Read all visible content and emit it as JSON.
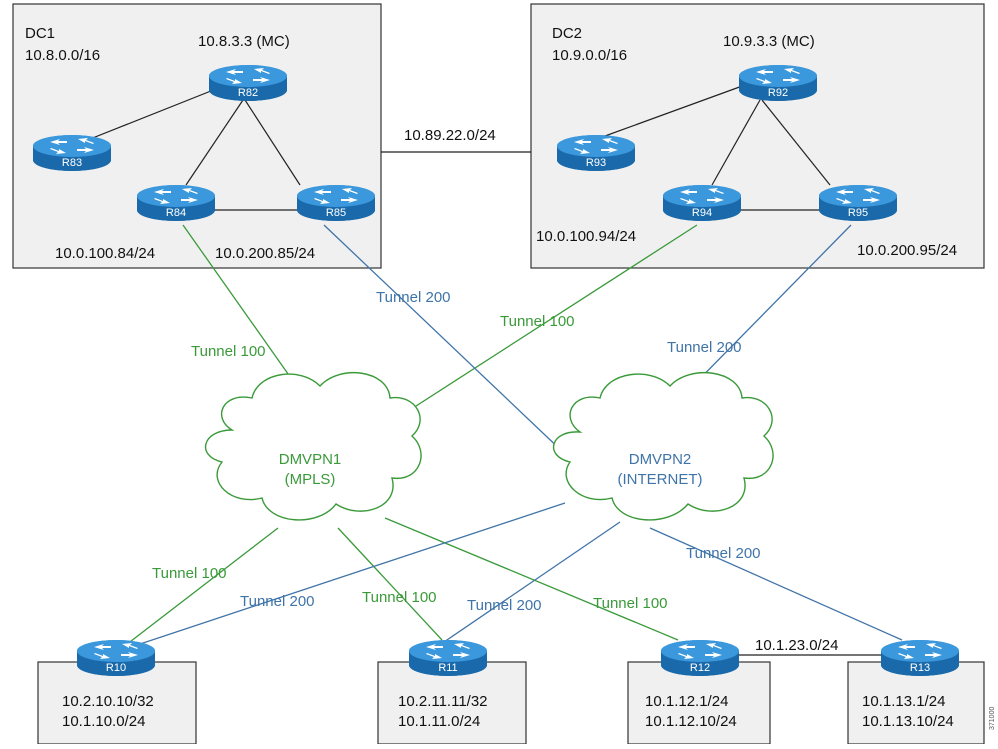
{
  "colors": {
    "mpls": "#3a9a3a",
    "internet": "#3f74a8",
    "black_link": "#222222",
    "box_fill": "#f0f0f0",
    "box_stroke": "#333333",
    "router_body": "#1f73b7",
    "router_top": "#2f8fd6"
  },
  "datacenters": {
    "dc1": {
      "name": "DC1",
      "prefix": "10.8.0.0/16",
      "mc": "10.8.3.3 (MC)",
      "addr_r84": "10.0.100.84/24",
      "addr_r85": "10.0.200.85/24"
    },
    "dc2": {
      "name": "DC2",
      "prefix": "10.9.0.0/16",
      "mc": "10.9.3.3 (MC)",
      "addr_r94": "10.0.100.94/24",
      "addr_r95": "10.0.200.95/24"
    },
    "interconnect": "10.89.22.0/24"
  },
  "routers": {
    "r82": "R82",
    "r83": "R83",
    "r84": "R84",
    "r85": "R85",
    "r92": "R92",
    "r93": "R93",
    "r94": "R94",
    "r95": "R95",
    "r10": "R10",
    "r11": "R11",
    "r12": "R12",
    "r13": "R13"
  },
  "clouds": {
    "dmvpn1": {
      "line1": "DMVPN1",
      "line2": "(MPLS)"
    },
    "dmvpn2": {
      "line1": "DMVPN2",
      "line2": "(INTERNET)"
    }
  },
  "tunnels": {
    "t100": "Tunnel 100",
    "t200": "Tunnel 200"
  },
  "branches": {
    "r10": {
      "line1": "10.2.10.10/32",
      "line2": "10.1.10.0/24"
    },
    "r11": {
      "line1": "10.2.11.11/32",
      "line2": "10.1.11.0/24"
    },
    "r12": {
      "line1": "10.1.12.1/24",
      "line2": "10.1.12.10/24"
    },
    "r13": {
      "line1": "10.1.13.1/24",
      "line2": "10.1.13.10/24"
    },
    "r12_r13_link": "10.1.23.0/24"
  },
  "figure_id": "371000"
}
